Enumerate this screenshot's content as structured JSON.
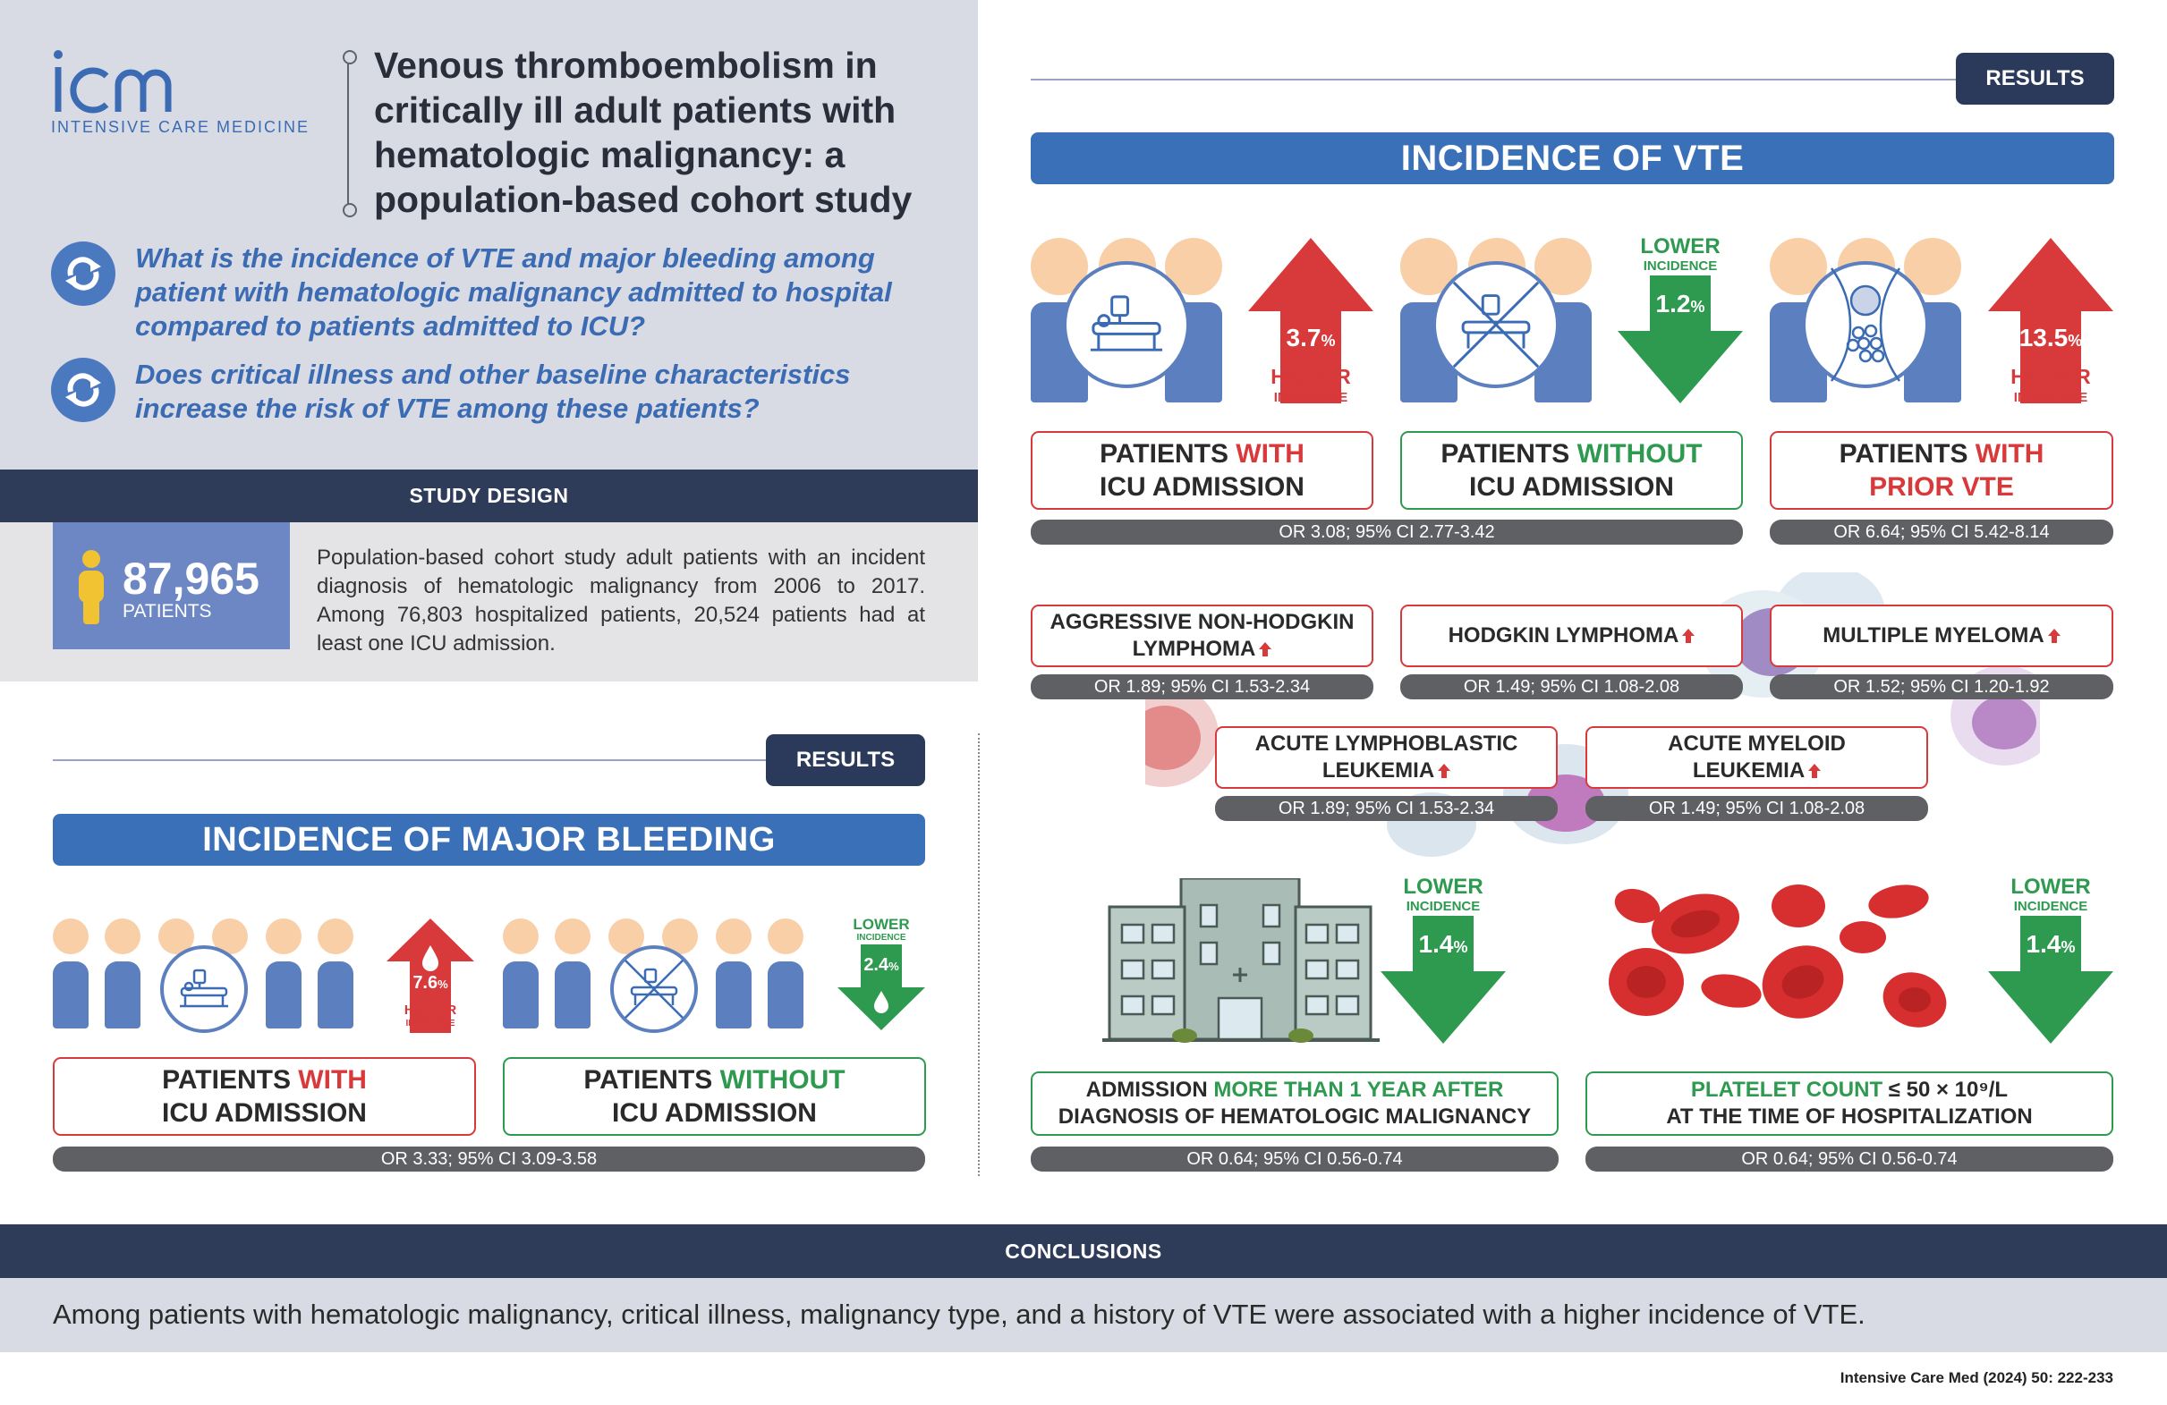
{
  "header": {
    "logo_text": "icm",
    "logo_subtitle": "INTENSIVE CARE MEDICINE",
    "title": "Venous thromboembolism in critically ill adult patients with hematologic malignancy: a population-based cohort study",
    "questions": [
      "What is the incidence of VTE and major bleeding among patient with hematologic malignancy admitted to hospital compared to patients admitted to ICU?",
      "Does critical illness and other baseline characteristics increase the risk of VTE among these patients?"
    ]
  },
  "study_design": {
    "heading": "STUDY DESIGN",
    "patients_count": "87,965",
    "patients_label": "PATIENTS",
    "description": "Population-based cohort study adult patients with an incident diagnosis of hematologic malignancy from 2006 to 2017. Among 76,803 hospitalized patients, 20,524 patients had at least one ICU admission."
  },
  "results_label": "RESULTS",
  "bleeding": {
    "title": "INCIDENCE OF MAJOR BLEEDING",
    "with_icu": {
      "value": "7.6",
      "unit": "%",
      "direction": "HIGHER",
      "incidence": "INCIDENCE",
      "label_pre": "PATIENTS ",
      "label_hl": "WITH",
      "label_post": "ICU ADMISSION"
    },
    "without_icu": {
      "value": "2.4",
      "unit": "%",
      "direction": "LOWER",
      "incidence": "INCIDENCE",
      "label_pre": "PATIENTS ",
      "label_hl": "WITHOUT",
      "label_post": "ICU ADMISSION"
    },
    "or": "OR 3.33; 95% CI 3.09-3.58"
  },
  "vte": {
    "title": "INCIDENCE OF VTE",
    "with_icu": {
      "value": "3.7",
      "unit": "%",
      "direction": "HIGHER",
      "incidence": "INCIDENCE",
      "label_pre": "PATIENTS ",
      "label_hl": "WITH",
      "label_post": "ICU ADMISSION"
    },
    "without_icu": {
      "value": "1.2",
      "unit": "%",
      "direction": "LOWER",
      "incidence": "INCIDENCE",
      "label_pre": "PATIENTS ",
      "label_hl": "WITHOUT",
      "label_post": "ICU ADMISSION"
    },
    "prior_vte": {
      "value": "13.5",
      "unit": "%",
      "direction": "HIGHER",
      "incidence": "INCIDENCE",
      "label_pre": "PATIENTS ",
      "label_hl": "WITH",
      "label_post": "PRIOR VTE"
    },
    "icu_or": "OR 3.08; 95% CI 2.77-3.42",
    "prior_or": "OR 6.64; 95% CI 5.42-8.14",
    "malignancies": [
      {
        "name_line1": "AGGRESSIVE NON-HODGKIN",
        "name_line2": "LYMPHOMA",
        "or": "OR 1.89; 95% CI 1.53-2.34"
      },
      {
        "name_line1": "HODGKIN LYMPHOMA",
        "name_line2": "",
        "or": "OR 1.49; 95% CI 1.08-2.08"
      },
      {
        "name_line1": "MULTIPLE MYELOMA",
        "name_line2": "",
        "or": "OR 1.52; 95% CI 1.20-1.92"
      },
      {
        "name_line1": "ACUTE LYMPHOBLASTIC",
        "name_line2": "LEUKEMIA",
        "or": "OR 1.89; 95% CI 1.53-2.34"
      },
      {
        "name_line1": "ACUTE MYELOID",
        "name_line2": "LEUKEMIA",
        "or": "OR 1.49; 95% CI 1.08-2.08"
      }
    ],
    "admission": {
      "value": "1.4",
      "unit": "%",
      "direction": "LOWER",
      "incidence": "INCIDENCE",
      "line1_pre": "ADMISSION ",
      "line1_hl": "MORE THAN 1 YEAR AFTER",
      "line2": "DIAGNOSIS OF HEMATOLOGIC MALIGNANCY",
      "or": "OR 0.64; 95% CI 0.56-0.74"
    },
    "platelet": {
      "value": "1.4",
      "unit": "%",
      "direction": "LOWER",
      "incidence": "INCIDENCE",
      "line1_hl": "PLATELET COUNT",
      "line1_post": " ≤ 50 × 10⁹/L",
      "line2": "AT THE TIME OF HOSPITALIZATION",
      "or": "OR 0.64; 95% CI 0.56-0.74"
    }
  },
  "conclusions": {
    "heading": "CONCLUSIONS",
    "text": "Among patients with hematologic malignancy, critical illness, malignancy type, and a history of VTE were associated with a higher incidence of VTE."
  },
  "citation": "Intensive Care Med (2024) 50: 222-233",
  "colors": {
    "red": "#d8393b",
    "green": "#2e9a4f",
    "navy": "#2e3b59",
    "blue": "#3a70b8",
    "people": "#5b7fbf",
    "skin": "#f8cfa6"
  }
}
